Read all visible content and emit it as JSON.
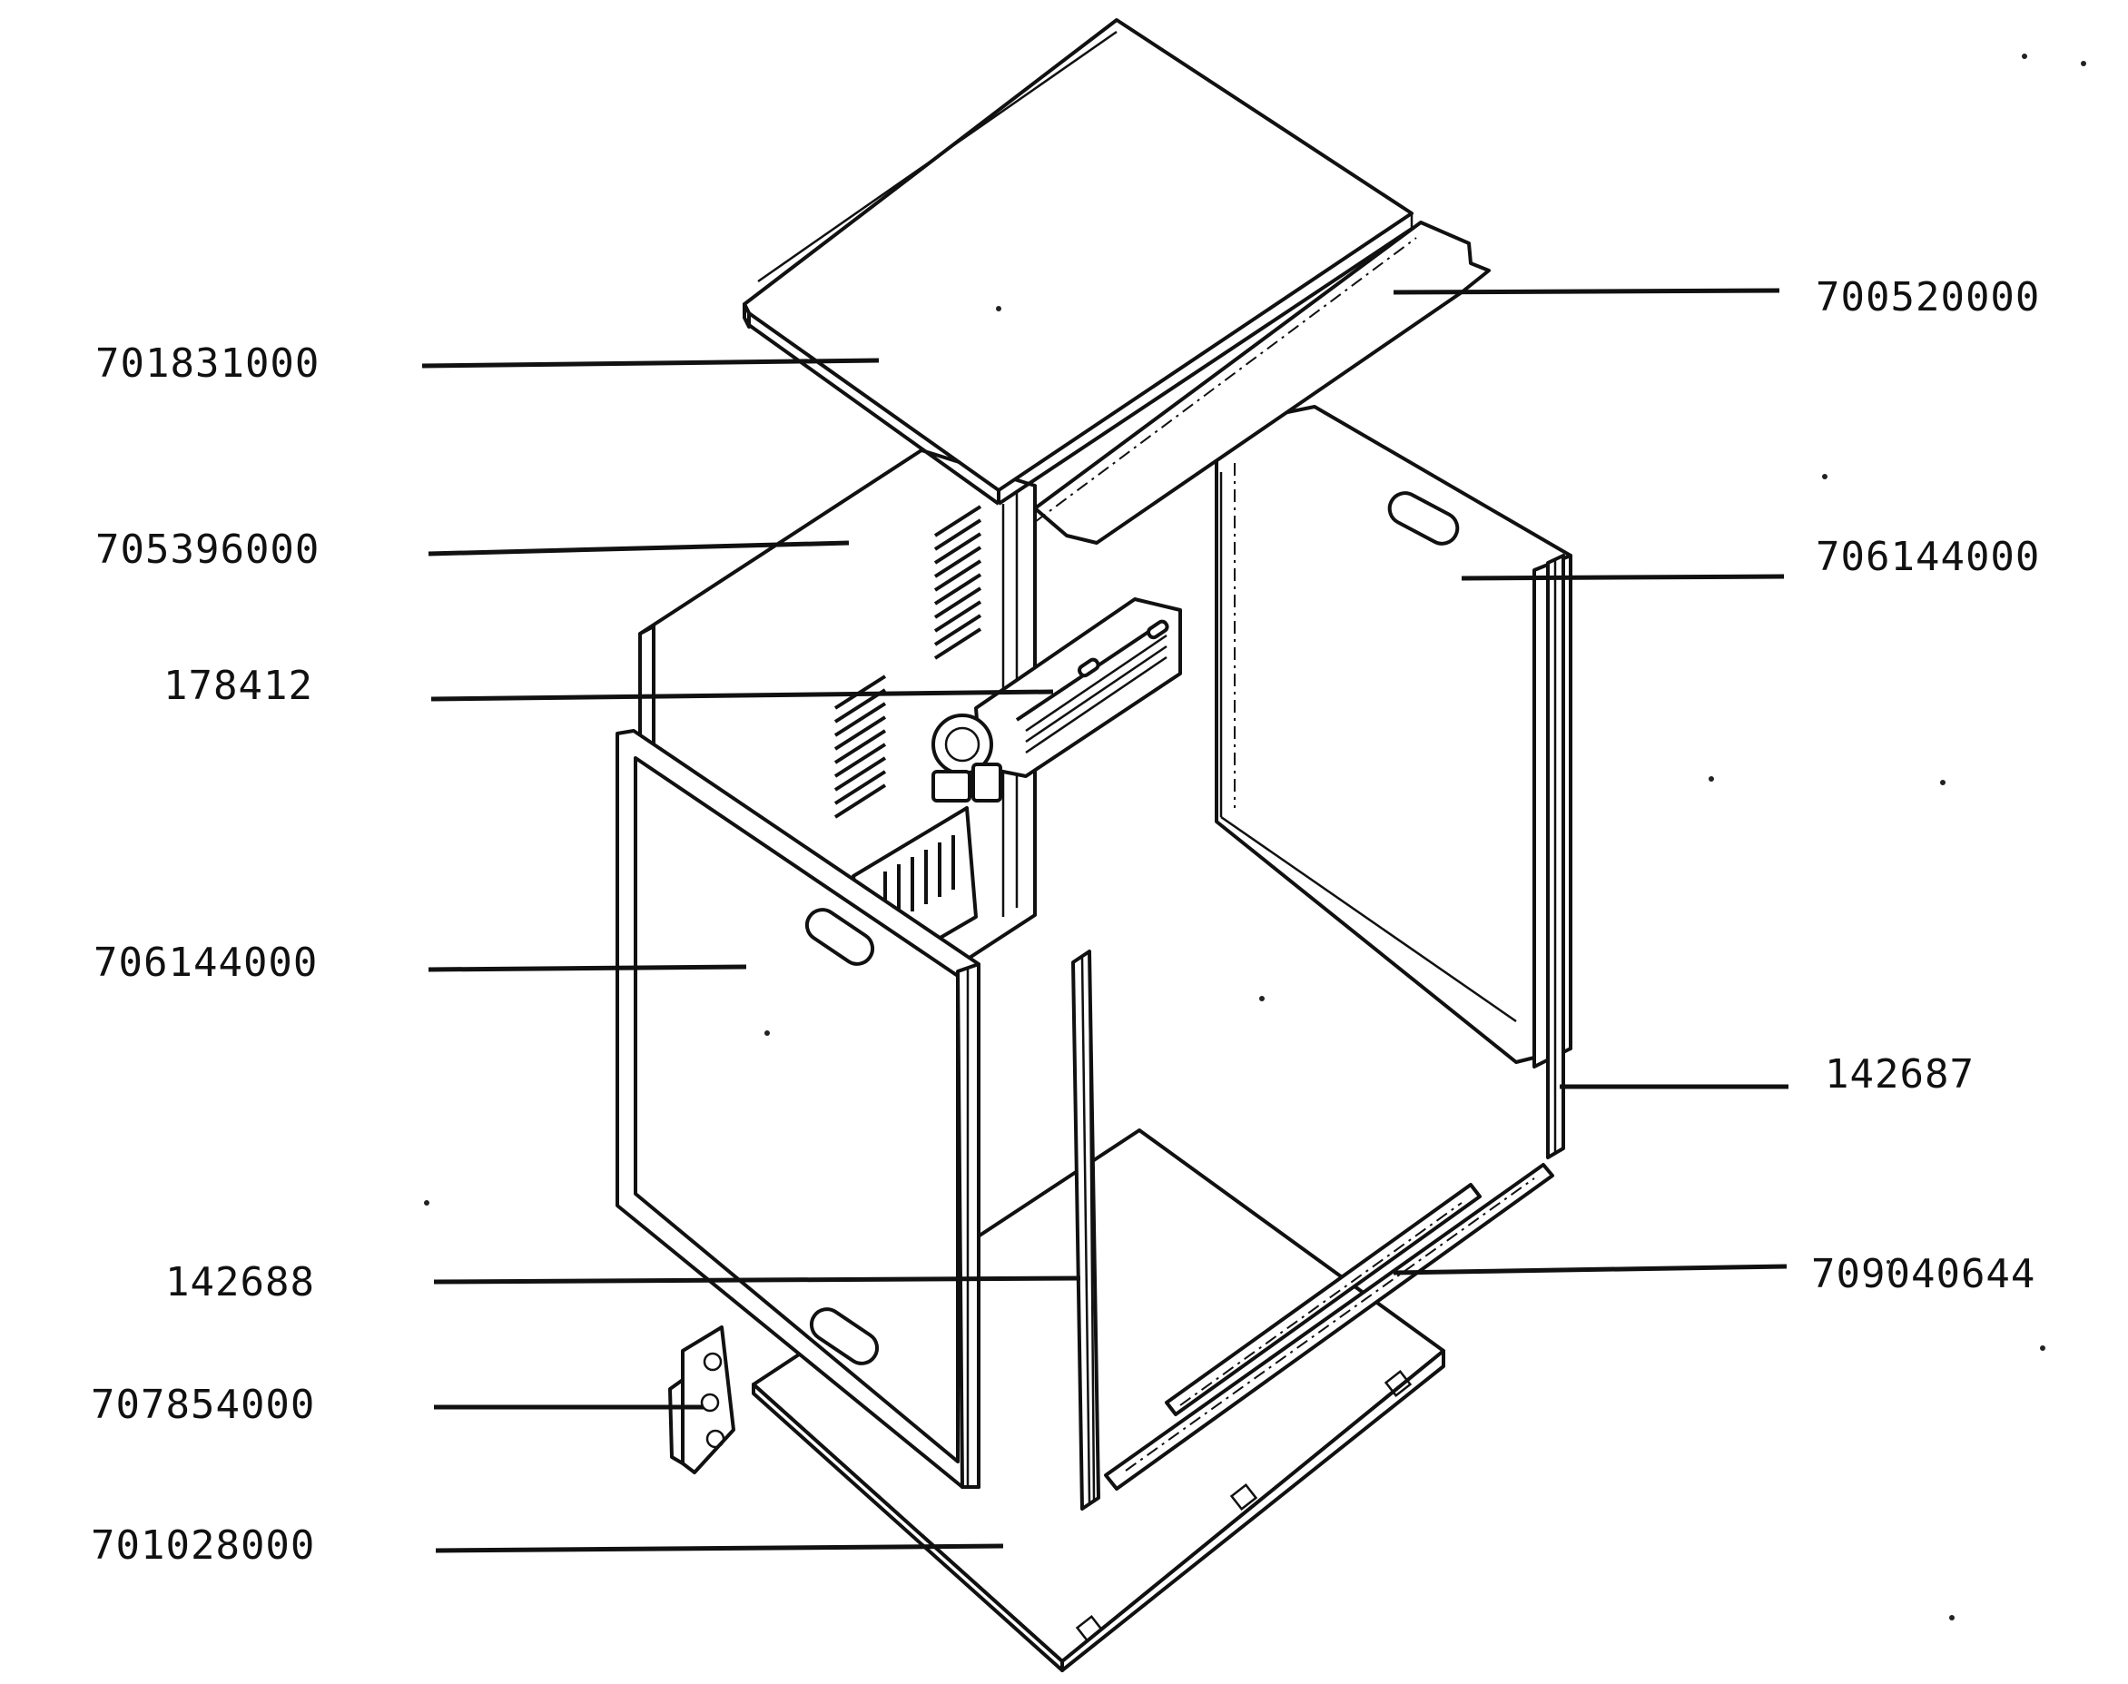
{
  "diagram": {
    "labels": {
      "top_cover": "701831000",
      "top_rear_plate": "700520000",
      "back_panel": "705396000",
      "right_side_panel": "706144000",
      "duct_assembly": "178412",
      "left_side_panel": "706144000",
      "right_rail": "142687",
      "front_rail": "142688",
      "bottom_rail": "709040644",
      "bracket": "707854000",
      "base_plate": "701028000"
    }
  }
}
